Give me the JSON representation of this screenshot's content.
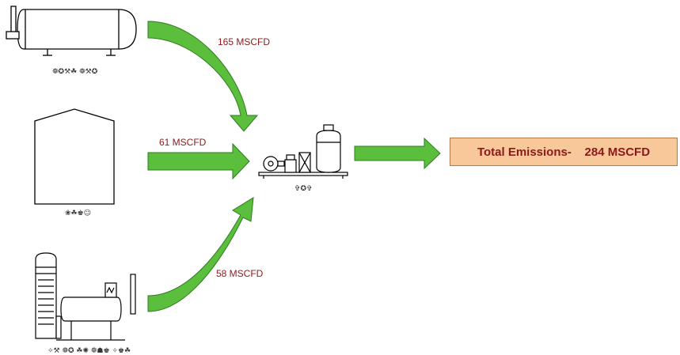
{
  "colors": {
    "arrow_fill": "#5BBE3C",
    "arrow_stroke": "#2E7D1E",
    "label_text": "#8B1A1A",
    "total_box_fill": "#F8C79A",
    "total_box_text": "#8B1A1A"
  },
  "sources": [
    {
      "name": "horizontal-tank",
      "caption": "❁✪⚒☘ ❁⚒✪",
      "flow": "165 MSCFD"
    },
    {
      "name": "storage-tank",
      "caption": "❀☘♚☺",
      "flow": "61  MSCFD"
    },
    {
      "name": "dehydrator-column",
      "caption": "✧⚒ ❁✪ ☘✺ ❁☗♚ ✧♚☘",
      "flow": "58 MSCFD"
    }
  ],
  "hub": {
    "caption": "✞✪✞"
  },
  "total": {
    "label": "Total Emissions-    284 MSCFD"
  }
}
